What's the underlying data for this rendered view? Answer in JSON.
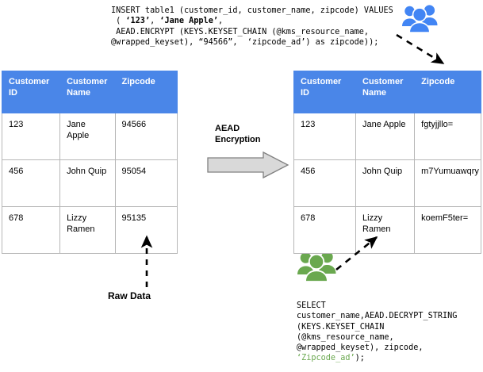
{
  "diagram": {
    "title": "AEAD encryption of zipcode column in BigQuery",
    "colors": {
      "table_header_blue": "#4a86e8",
      "people_blue": "#4285f4",
      "people_green": "#6aa84f",
      "string_green": "#6aa84f",
      "block_arrow_fill": "#d9d9d9",
      "block_arrow_stroke": "#808080",
      "table_border": "#b7b7b7"
    }
  },
  "insert_query": {
    "name": "insert-statement",
    "lines": [
      "INSERT table1 (customer_id, customer_name, zipcode) VALUES",
      " ( ‘123’, ‘Jane Apple’,",
      " AEAD.ENCRYPT (KEYS.KEYSET_CHAIN (@kms_resource_name,",
      "@wrapped_keyset), “94566”,  ‘zipcode_ad’) as zipcode));"
    ],
    "line1": "INSERT table1 (customer_id, customer_name, zipcode) VALUES",
    "line2_prefix": " ( ",
    "line2_lit1": "‘123’",
    "line2_mid": ", ",
    "line2_lit2": "‘Jane Apple’",
    "line2_suffix": ",",
    "line3": " AEAD.ENCRYPT (KEYS.KEYSET_CHAIN (@kms_resource_name,",
    "line4": "@wrapped_keyset), “94566”,  ‘zipcode_ad’) as zipcode));"
  },
  "select_query": {
    "name": "select-statement",
    "lines": [
      "SELECT",
      "customer_name,AEAD.DECRYPT_STRING",
      "(KEYS.KEYSET_CHAIN",
      "(@kms_resource_name,",
      "@wrapped_keyset), zipcode,"
    ],
    "line1": "SELECT",
    "line2": "customer_name,AEAD.DECRYPT_STRING",
    "line3": "(KEYS.KEYSET_CHAIN",
    "line4": "(@kms_resource_name,",
    "line5": "@wrapped_keyset), zipcode,",
    "line6_green": "‘Zipcode_ad’",
    "line6_tail": ");"
  },
  "table_left": {
    "name": "plaintext-table",
    "columns": [
      "Customer ID",
      "Customer Name",
      "Zipcode"
    ],
    "rows": [
      {
        "customer_id": "123",
        "customer_name": "Jane Apple",
        "zipcode": "94566"
      },
      {
        "customer_id": "456",
        "customer_name": "John Quip",
        "zipcode": "95054"
      },
      {
        "customer_id": "678",
        "customer_name": "Lizzy Ramen",
        "zipcode": "95135"
      }
    ]
  },
  "table_right": {
    "name": "encrypted-table",
    "columns": [
      "Customer ID",
      "Customer Name",
      "Zipcode"
    ],
    "rows": [
      {
        "customer_id": "123",
        "customer_name": "Jane Apple",
        "zipcode": "fgtyjjllo="
      },
      {
        "customer_id": "456",
        "customer_name": "John Quip",
        "zipcode": "m7Yumuawqry"
      },
      {
        "customer_id": "678",
        "customer_name": "Lizzy Ramen",
        "zipcode": "koemF5ter="
      }
    ]
  },
  "labels": {
    "aead_encryption_line1": "AEAD",
    "aead_encryption_line2": "Encryption",
    "raw_data": "Raw Data"
  },
  "icons": {
    "people_blue": "people-group-icon",
    "people_green": "people-group-icon",
    "block_arrow": "right-block-arrow",
    "dashed_arrow_insert": "dashed-arrow-down-right",
    "dashed_arrow_raw": "dashed-arrow-up",
    "dashed_arrow_select": "dashed-arrow-up-right"
  }
}
